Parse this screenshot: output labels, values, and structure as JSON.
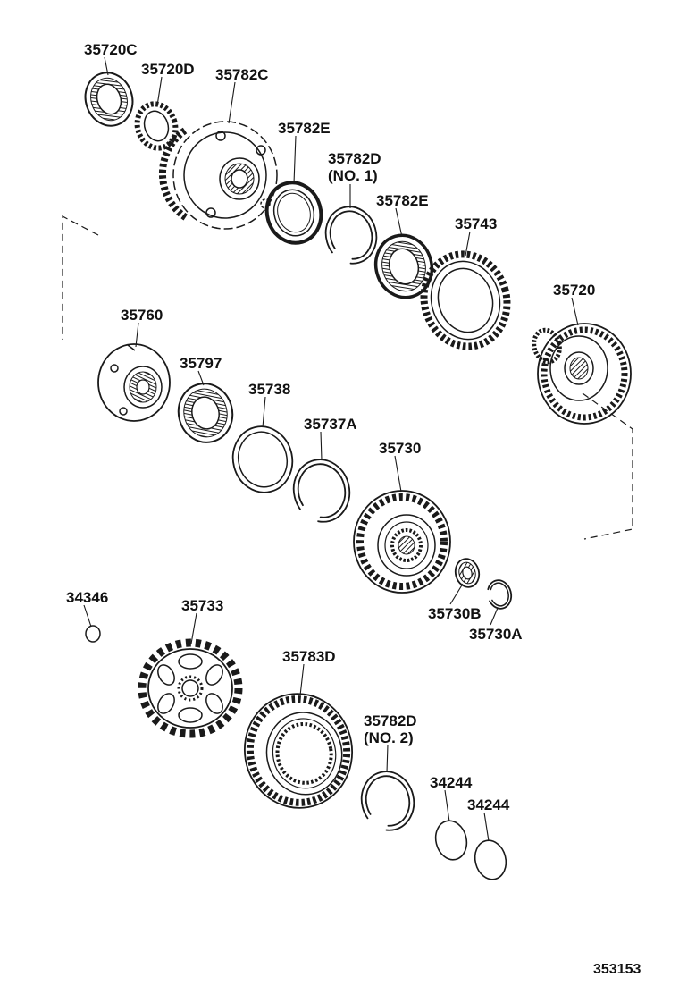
{
  "figure_number": "353153",
  "colors": {
    "line": "#1a1a1a",
    "background": "#ffffff"
  },
  "parts": [
    {
      "label": "35720C"
    },
    {
      "label": "35720D"
    },
    {
      "label": "35782C"
    },
    {
      "label": "35782E"
    },
    {
      "label": "35782D",
      "note": "(NO. 1)"
    },
    {
      "label": "35782E"
    },
    {
      "label": "35743"
    },
    {
      "label": "35720"
    },
    {
      "label": "35760"
    },
    {
      "label": "35797"
    },
    {
      "label": "35738"
    },
    {
      "label": "35737A"
    },
    {
      "label": "35730"
    },
    {
      "label": "34346"
    },
    {
      "label": "35733"
    },
    {
      "label": "35730B"
    },
    {
      "label": "35730A"
    },
    {
      "label": "35783D"
    },
    {
      "label": "35782D",
      "note": "(NO. 2)"
    },
    {
      "label": "34244"
    },
    {
      "label": "34244"
    }
  ]
}
